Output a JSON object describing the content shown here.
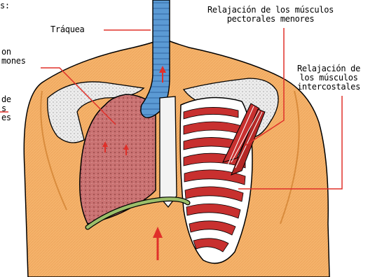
{
  "labels": {
    "trachea": "Tráquea",
    "pectoral_line1": "Relajación de los músculos",
    "pectoral_line2": "pectorales menores",
    "intercostal_line1": "Relajación de",
    "intercostal_line2": "los músculos",
    "intercostal_line3": "intercostales",
    "left_a_line1": "s:",
    "left_b_line1": "on",
    "left_b_line2": "mones",
    "left_c_line1": "de",
    "left_c_line2": "s",
    "left_c_line3": "es"
  },
  "colors": {
    "skin": "#f5b36b",
    "skin_shade": "#e89a4c",
    "trachea": "#5b9ad4",
    "lung": "#c96a6a",
    "muscle": "#c8302f",
    "rib": "#ffffff",
    "bone_shade": "#9a9a9a",
    "diaphragm": "#9cbf6a",
    "arrow": "#e0302a",
    "leader": "#e0302a"
  }
}
